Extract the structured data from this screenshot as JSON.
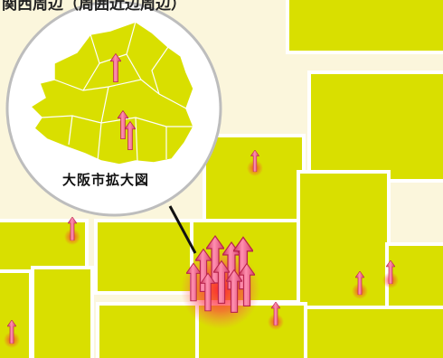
{
  "title": "関西周辺（周囲近辺周辺）",
  "inset": {
    "label": "大阪市拡大図",
    "region": "大阪市"
  },
  "colors": {
    "land": "#d9df00",
    "background": "#fbf6dc",
    "border": "#ffffff",
    "marker": "#f0567a",
    "marker_dark": "#c72d52",
    "glow": "#ff2a3c"
  },
  "icons": {
    "marker": "pink-arrow-pillar-icon",
    "cluster": "pillar-cluster-icon"
  }
}
